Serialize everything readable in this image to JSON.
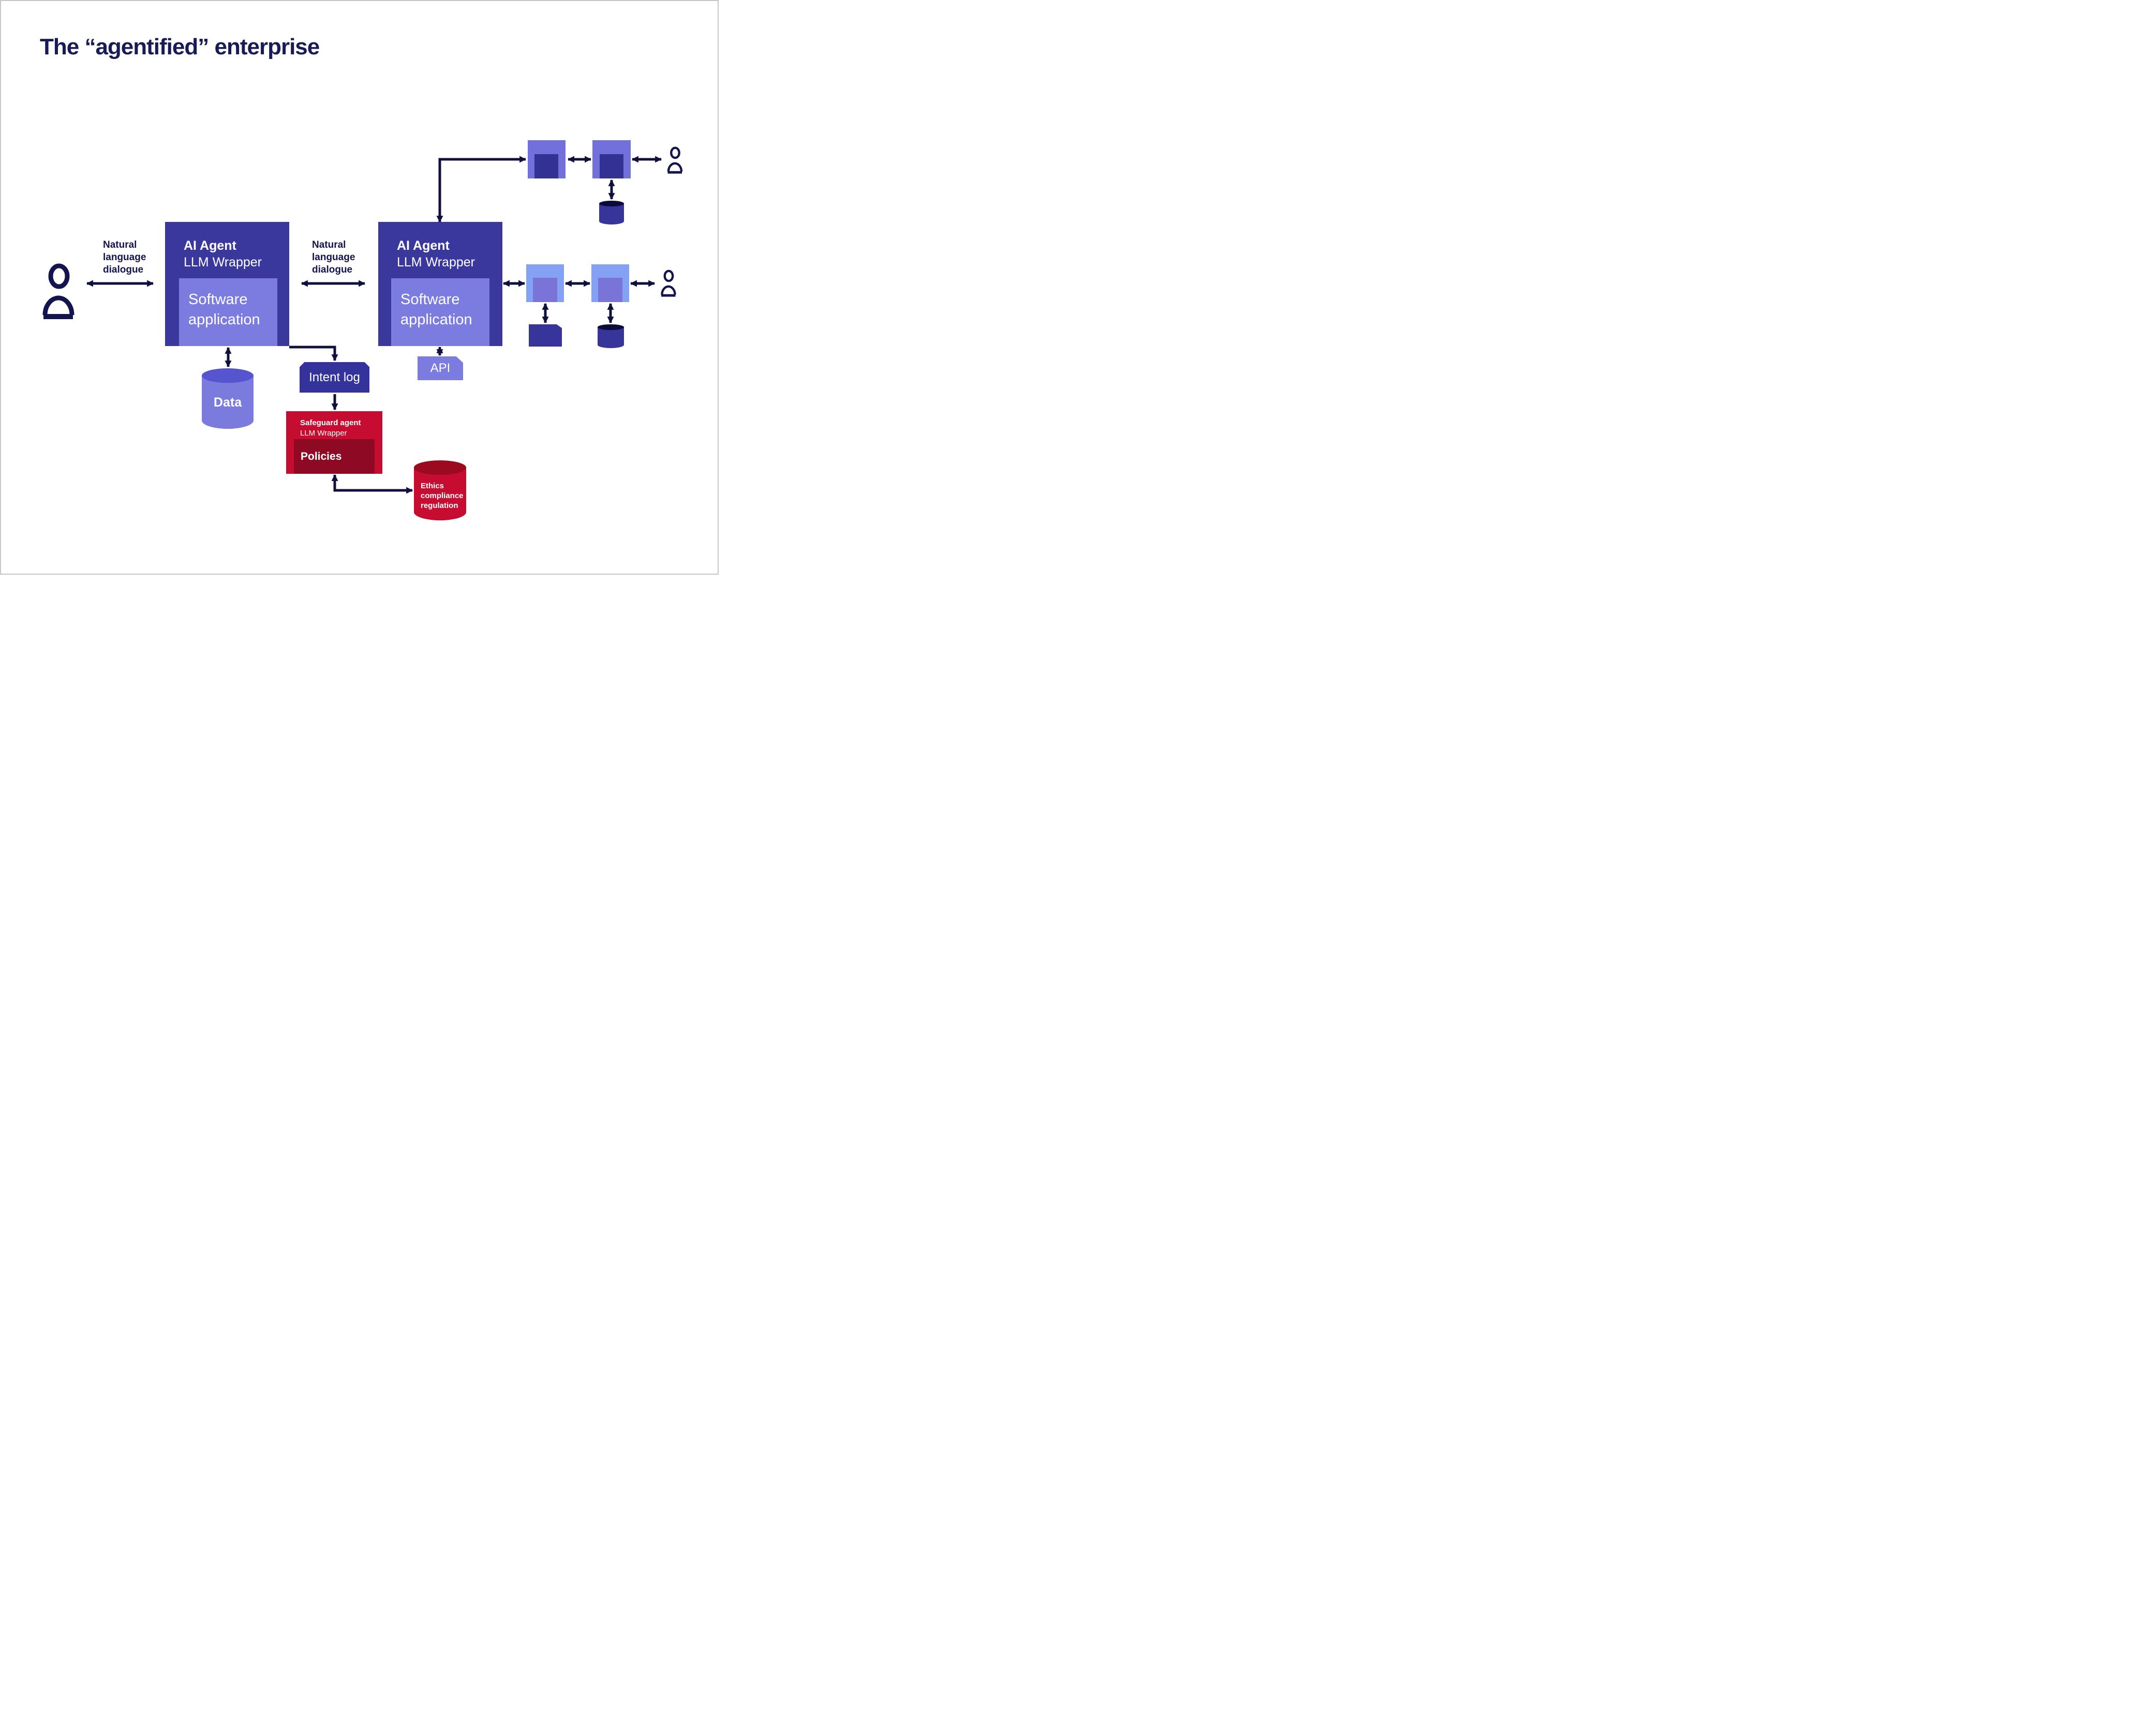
{
  "title": "The “agentified” enterprise",
  "labels": {
    "dialogue": "Natural language dialogue"
  },
  "agents": [
    {
      "name": "AI Agent",
      "wrapper": "LLM Wrapper",
      "app": "Software application"
    },
    {
      "name": "AI Agent",
      "wrapper": "LLM Wrapper",
      "app": "Software application"
    }
  ],
  "safeguard": {
    "name": "Safeguard agent",
    "wrapper": "LLM Wrapper",
    "policies": "Policies"
  },
  "nodes": {
    "data": "Data",
    "intent_log": "Intent log",
    "api": "API",
    "ethics": "Ethics compliance regulation"
  },
  "icons": {
    "user": "user-icon (outlined head and shoulders)",
    "database": "database-cylinder-icon",
    "document": "document-icon (square with folded corner)",
    "agent_node": "nested-square agent node"
  },
  "colors": {
    "navy_text": "#14144e",
    "title_navy": "#181b56",
    "arrow_navy": "#10103f",
    "agent_indigo": "#3a389d",
    "app_periwinkle": "#7b7be0",
    "node_purple_outer": "#7271db",
    "node_purple_inner": "#333194",
    "node_blue_outer": "#85a1f4",
    "node_blue_inner": "#7a73d8",
    "store_indigo": "#37359a",
    "store_top_dark": "#0b0b3b",
    "data_cyl_top": "#5654ce",
    "intent_log_indigo": "#34329b",
    "safeguard_red": "#c60c30",
    "policies_dark_red": "#8e0a24",
    "ethics_cyl_top": "#9c0a20"
  }
}
